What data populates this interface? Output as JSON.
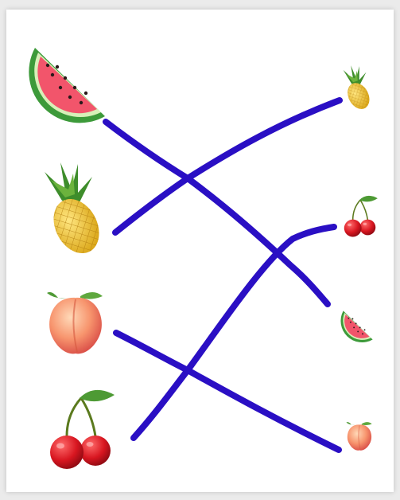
{
  "game": {
    "type": "match-the-fruits",
    "line_color": "#2a0fc4",
    "left_column": [
      {
        "fruit": "watermelon",
        "icon": "watermelon-icon"
      },
      {
        "fruit": "pineapple",
        "icon": "pineapple-icon"
      },
      {
        "fruit": "peach",
        "icon": "peach-icon"
      },
      {
        "fruit": "cherries",
        "icon": "cherries-icon"
      }
    ],
    "right_column": [
      {
        "fruit": "pineapple",
        "icon": "pineapple-icon"
      },
      {
        "fruit": "cherries",
        "icon": "cherries-icon"
      },
      {
        "fruit": "watermelon",
        "icon": "watermelon-icon"
      },
      {
        "fruit": "peach",
        "icon": "peach-icon"
      }
    ],
    "matches": [
      {
        "left": "watermelon",
        "right": "watermelon"
      },
      {
        "left": "pineapple",
        "right": "pineapple"
      },
      {
        "left": "peach",
        "right": "peach"
      },
      {
        "left": "cherries",
        "right": "cherries"
      }
    ]
  }
}
